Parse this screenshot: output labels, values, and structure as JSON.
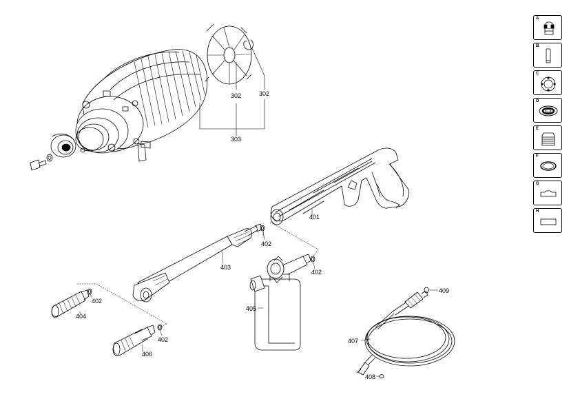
{
  "callouts": {
    "c302a": "302",
    "c302b": "302",
    "c303": "303",
    "c401": "401",
    "c402a": "402",
    "c402b": "402",
    "c402c": "402",
    "c402d": "402",
    "c403": "403",
    "c404": "404",
    "c405": "405",
    "c406": "406",
    "c407": "407",
    "c408": "408",
    "c409": "409"
  },
  "legend_keys": [
    {
      "letter": "A",
      "icon": "connector-icon"
    },
    {
      "letter": "B",
      "icon": "cylinder-icon"
    },
    {
      "letter": "C",
      "icon": "ring-bearing-icon"
    },
    {
      "letter": "D",
      "icon": "seal-ring-icon"
    },
    {
      "letter": "E",
      "icon": "nut-icon"
    },
    {
      "letter": "F",
      "icon": "o-ring-icon"
    },
    {
      "letter": "G",
      "icon": "gasket-icon"
    },
    {
      "letter": "H",
      "icon": "flat-plate-icon"
    }
  ]
}
